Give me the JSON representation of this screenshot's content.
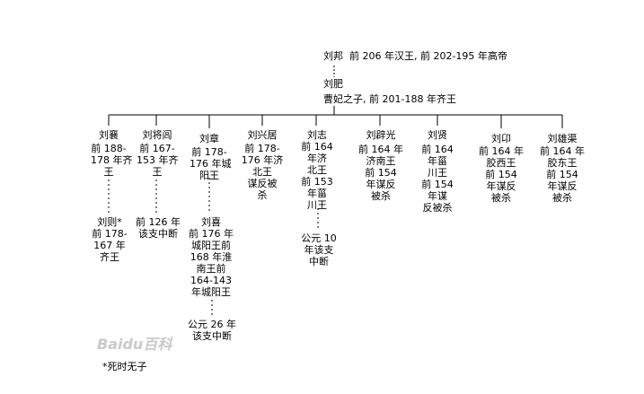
{
  "root": {
    "line1": "刘邦  前 206 年汉王, 前 202-195 年高帝",
    "line2": "刘肥",
    "line3": "曹妃之子, 前 201-188 年齐王"
  },
  "sons": [
    {
      "name": "刘襄",
      "desc": "前 188-\n178 年齐\n王"
    },
    {
      "name": "刘将闾",
      "desc": "前 167-\n153 年齐\n王"
    },
    {
      "name": "刘章",
      "desc": "前 178-\n176 年城\n阳王"
    },
    {
      "name": "刘兴居",
      "desc": "前 178-\n176 年济\n北王\n谋反被\n杀"
    },
    {
      "name": "刘志",
      "desc": "前 164\n年济\n北王\n前 153\n年菑\n川王"
    },
    {
      "name": "刘辟光",
      "desc": "前 164 年\n济南王\n前 154\n年谋反\n被杀"
    },
    {
      "name": "刘贤",
      "desc": "前 164\n年菑\n川王\n前 154\n年谋\n反被杀"
    },
    {
      "name": "刘卬",
      "desc": "前 164 年\n胶西王\n前 154\n年谋反\n被杀"
    },
    {
      "name": "刘雄渠",
      "desc": "前 164 年\n胶东王\n前 154\n年谋反\n被杀"
    }
  ],
  "descendants": {
    "liu_ze": "刘则*\n前 178-\n167 年\n齐王",
    "jianglv_end": "前 126 年\n该支中断",
    "liu_xi": "刘喜\n前 176 年\n城阳王前\n168 年淮\n南王前\n164-143\n年城阳王",
    "xi_end": "公元 26 年\n该支中断",
    "zhi_end": "公元 10\n年该支\n中断"
  },
  "footnote": "*死时无子",
  "watermark": "Baidu百科",
  "colors": {
    "line": "#000000",
    "text": "#000000",
    "watermark": "#c9c9c9"
  }
}
